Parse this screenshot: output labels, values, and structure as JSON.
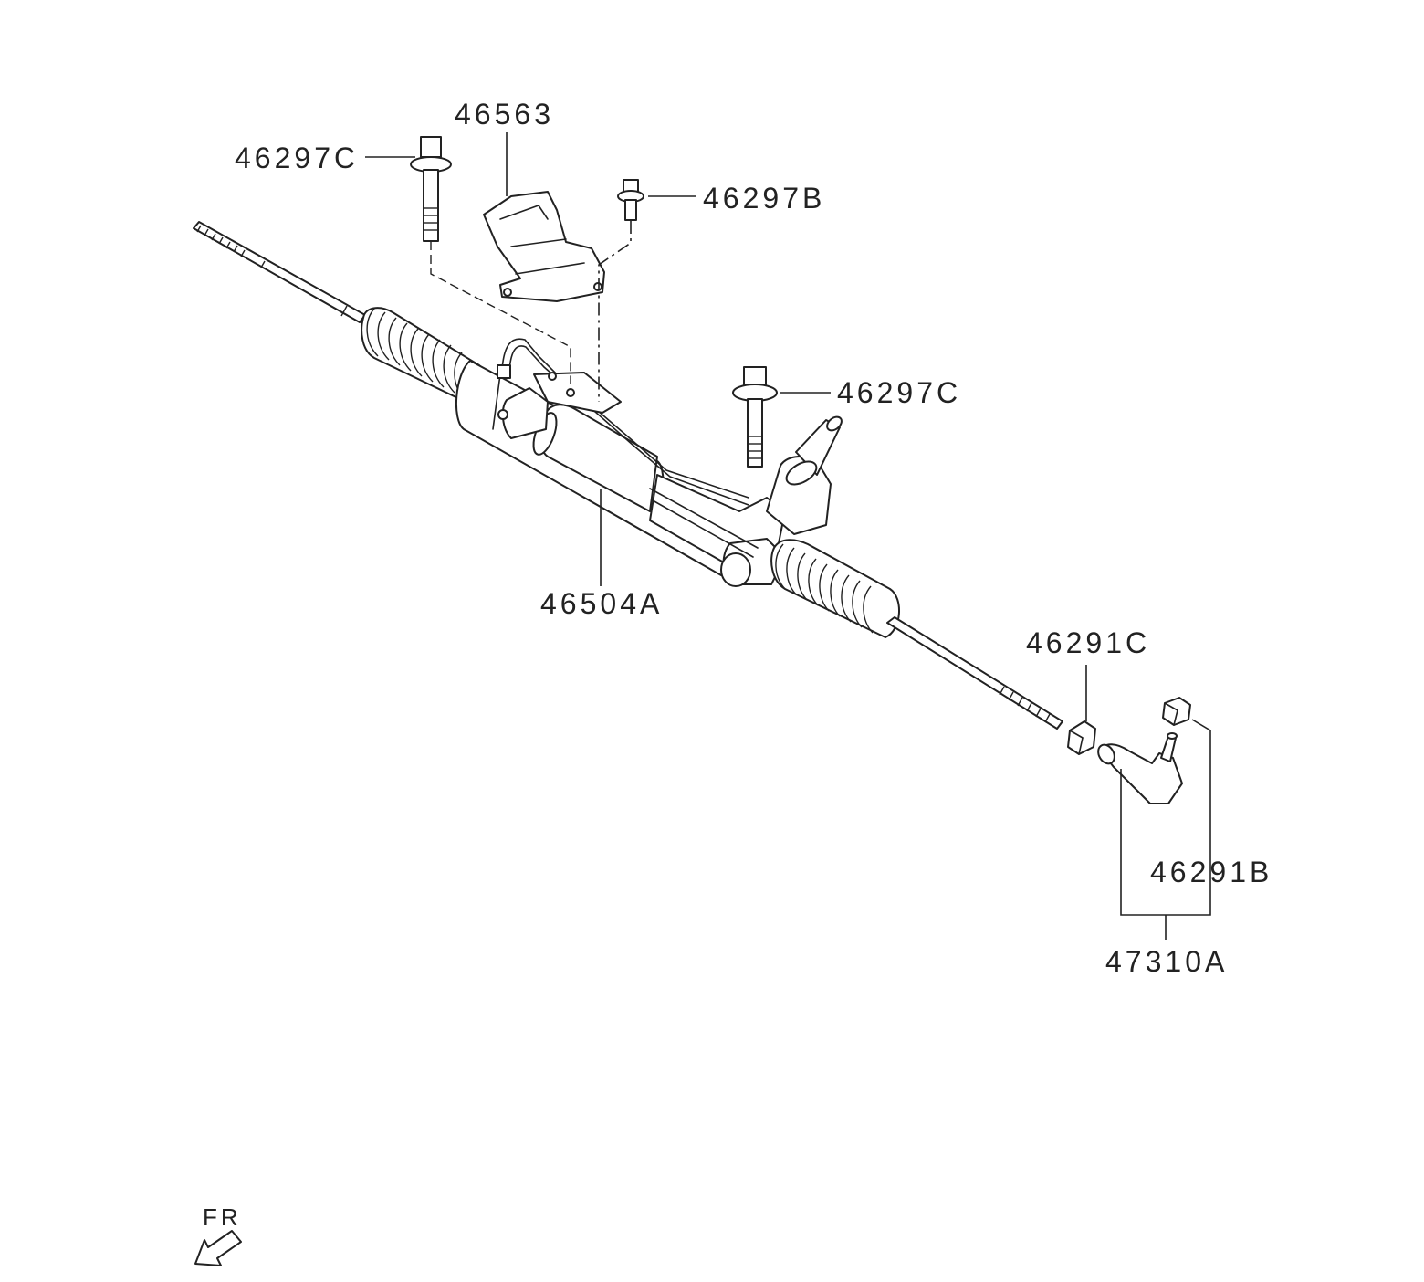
{
  "diagram": {
    "labels": {
      "p46563": "46563",
      "p46297c_top": "46297C",
      "p46297b": "46297B",
      "p46297c_mid": "46297C",
      "p46504a": "46504A",
      "p46291c": "46291C",
      "p46291b": "46291B",
      "p47310a": "47310A"
    },
    "orientation": {
      "text": "FR"
    }
  }
}
